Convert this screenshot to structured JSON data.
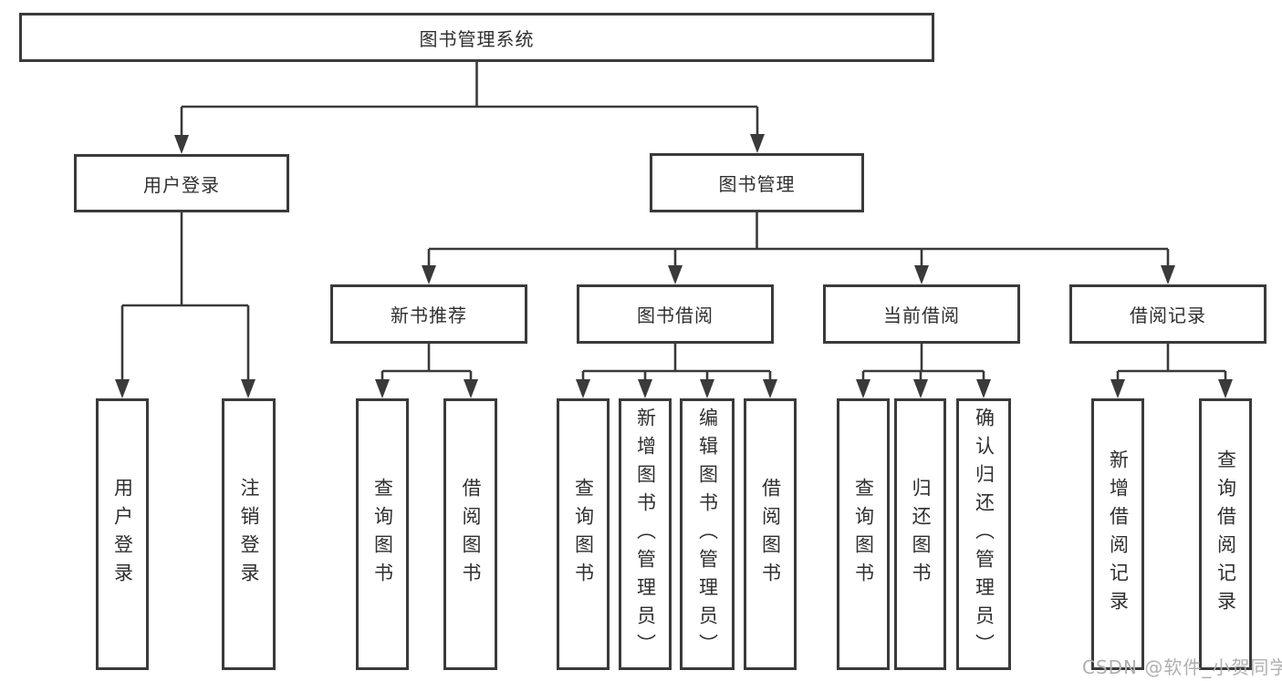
{
  "nodes": {
    "root": "图书管理系统",
    "user_login": "用户登录",
    "book_mgmt": "图书管理",
    "new_book_rec": "新书推荐",
    "book_borrow": "图书借阅",
    "current_borrow": "当前借阅",
    "borrow_record": "借阅记录",
    "leaf_user_login": "用户登录",
    "leaf_logout": "注销登录",
    "leaf_query_book_1": "查询图书",
    "leaf_borrow_book_1": "借阅图书",
    "leaf_query_book_2": "查询图书",
    "leaf_add_book": "新增图书（管理员）",
    "leaf_edit_book": "编辑图书（管理员）",
    "leaf_borrow_book_2": "借阅图书",
    "leaf_query_book_3": "查询图书",
    "leaf_return_book": "归还图书",
    "leaf_confirm_return": "确认归还（管理员）",
    "leaf_add_record": "新增借阅记录",
    "leaf_query_record": "查询借阅记录"
  },
  "watermark": "CSDN @软件_小贺同学",
  "colors": {
    "line": "#3a3a3a",
    "text": "#2f2f2f",
    "watermark": "#b0b0b0",
    "background": "#ffffff"
  }
}
